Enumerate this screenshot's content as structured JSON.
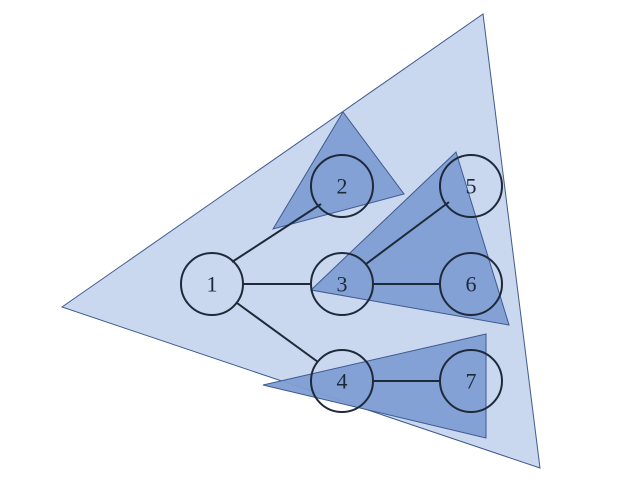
{
  "diagram": {
    "nodes": [
      {
        "id": "1",
        "label": "1"
      },
      {
        "id": "2",
        "label": "2"
      },
      {
        "id": "3",
        "label": "3"
      },
      {
        "id": "4",
        "label": "4"
      },
      {
        "id": "5",
        "label": "5"
      },
      {
        "id": "6",
        "label": "6"
      },
      {
        "id": "7",
        "label": "7"
      }
    ],
    "edges": [
      {
        "from": "1",
        "to": "2"
      },
      {
        "from": "1",
        "to": "3"
      },
      {
        "from": "1",
        "to": "4"
      },
      {
        "from": "3",
        "to": "5"
      },
      {
        "from": "3",
        "to": "6"
      },
      {
        "from": "4",
        "to": "7"
      }
    ],
    "subtree_groups": [
      {
        "root": "1",
        "members": [
          "1",
          "2",
          "3",
          "4",
          "5",
          "6",
          "7"
        ]
      },
      {
        "root": "2",
        "members": [
          "2"
        ]
      },
      {
        "root": "3",
        "members": [
          "3",
          "5",
          "6"
        ]
      },
      {
        "root": "4",
        "members": [
          "4",
          "7"
        ]
      }
    ],
    "colors": {
      "outer_fill": "#c9d7ef",
      "inner_fill": "#7f9ed3",
      "outline": "#3e5a8f",
      "ink": "#1e2a3a"
    }
  }
}
